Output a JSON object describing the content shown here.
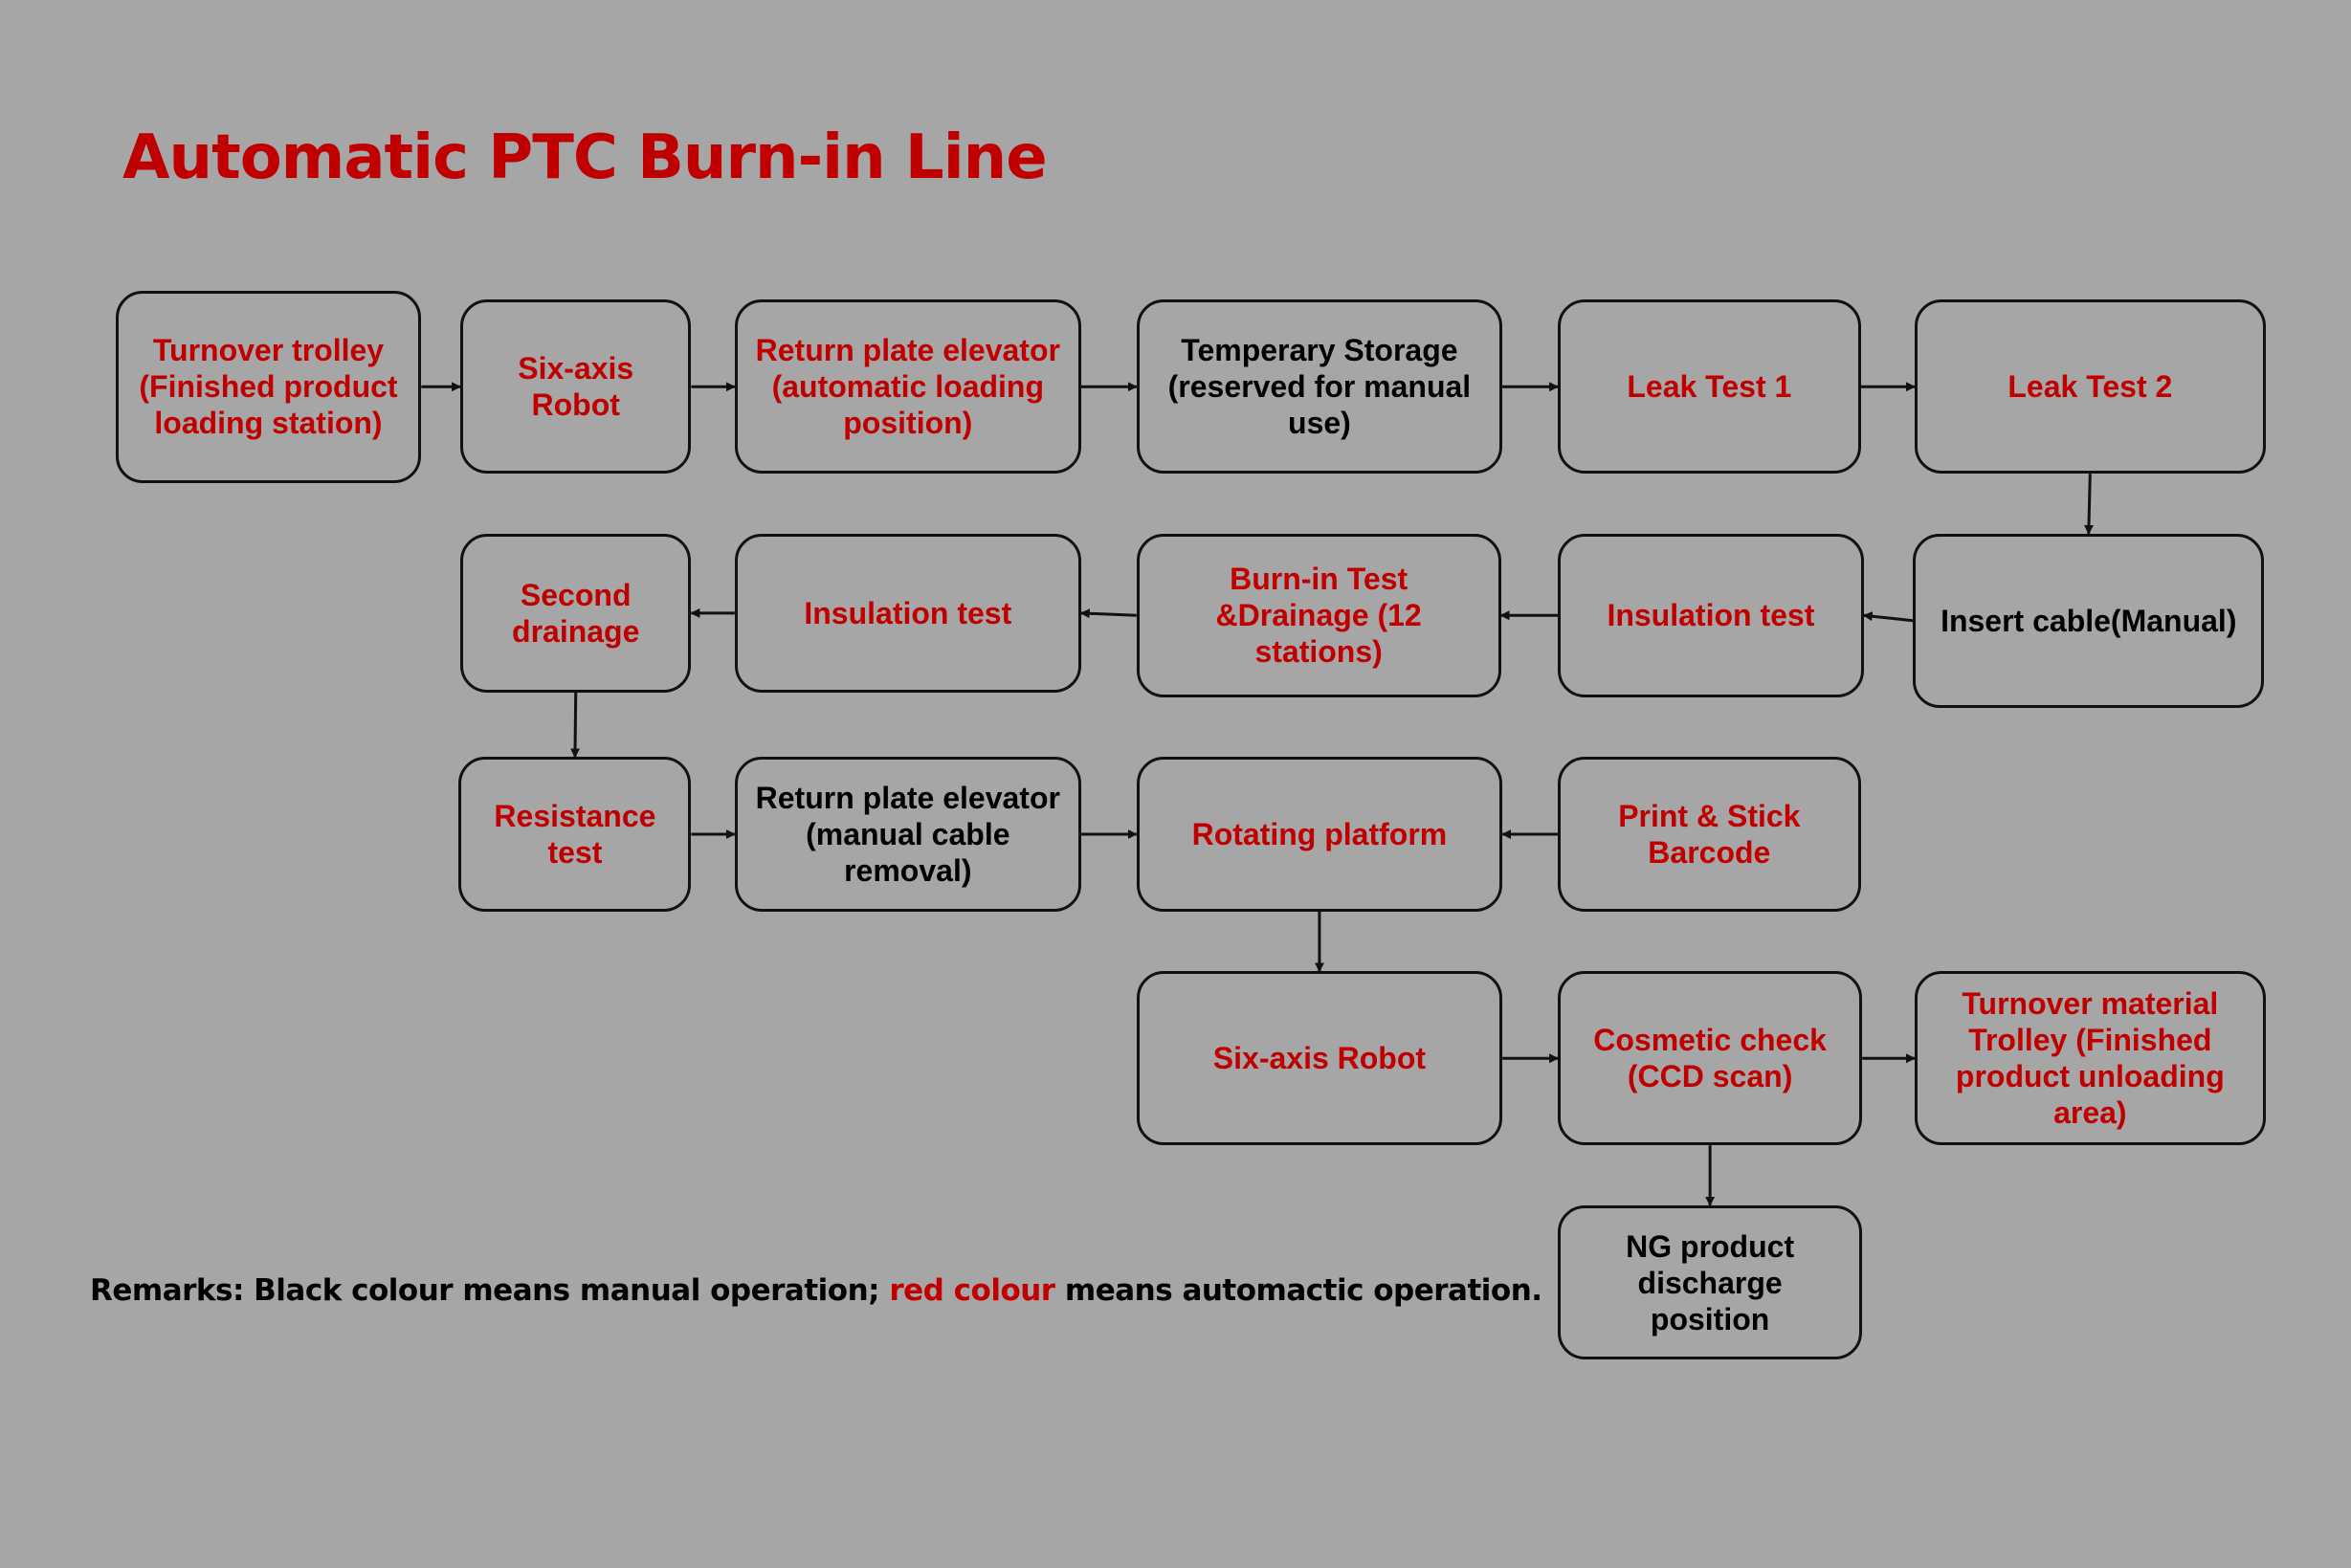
{
  "title": "Automatic PTC Burn-in Line",
  "colors": {
    "automatic": "#c00000",
    "manual": "#000000",
    "background": "#a6a6a6"
  },
  "nodes": [
    {
      "id": "n1",
      "label": "Turnover trolley (Finished product loading station)",
      "mode": "automatic"
    },
    {
      "id": "n2",
      "label": "Six-axis Robot",
      "mode": "automatic"
    },
    {
      "id": "n3",
      "label": "Return plate elevator (automatic loading position)",
      "mode": "automatic"
    },
    {
      "id": "n4",
      "label": "Temperary Storage (reserved for manual use)",
      "mode": "manual"
    },
    {
      "id": "n5",
      "label": "Leak Test 1",
      "mode": "automatic"
    },
    {
      "id": "n6",
      "label": "Leak Test 2",
      "mode": "automatic"
    },
    {
      "id": "n7",
      "label": "Insert cable(Manual)",
      "mode": "manual"
    },
    {
      "id": "n8",
      "label": "Insulation test",
      "mode": "automatic"
    },
    {
      "id": "n9",
      "label": "Burn-in Test &Drainage (12 stations)",
      "mode": "automatic"
    },
    {
      "id": "n10",
      "label": "Insulation test",
      "mode": "automatic"
    },
    {
      "id": "n11",
      "label": "Second drainage",
      "mode": "automatic"
    },
    {
      "id": "n12",
      "label": "Resistance test",
      "mode": "automatic"
    },
    {
      "id": "n13",
      "label": "Return plate elevator (manual cable removal)",
      "mode": "manual"
    },
    {
      "id": "n14",
      "label": "Rotating platform",
      "mode": "automatic"
    },
    {
      "id": "n15",
      "label": "Print & Stick Barcode",
      "mode": "automatic"
    },
    {
      "id": "n16",
      "label": "Six-axis Robot",
      "mode": "automatic"
    },
    {
      "id": "n17",
      "label": "Cosmetic check (CCD scan)",
      "mode": "automatic"
    },
    {
      "id": "n18",
      "label": "Turnover material Trolley (Finished product unloading area)",
      "mode": "automatic"
    },
    {
      "id": "n19",
      "label": "NG product discharge position",
      "mode": "manual"
    }
  ],
  "edges": [
    {
      "from": "n1",
      "to": "n2"
    },
    {
      "from": "n2",
      "to": "n3"
    },
    {
      "from": "n3",
      "to": "n4"
    },
    {
      "from": "n4",
      "to": "n5"
    },
    {
      "from": "n5",
      "to": "n6"
    },
    {
      "from": "n6",
      "to": "n7"
    },
    {
      "from": "n7",
      "to": "n8"
    },
    {
      "from": "n8",
      "to": "n9"
    },
    {
      "from": "n9",
      "to": "n10"
    },
    {
      "from": "n10",
      "to": "n11"
    },
    {
      "from": "n11",
      "to": "n12"
    },
    {
      "from": "n12",
      "to": "n13"
    },
    {
      "from": "n13",
      "to": "n14"
    },
    {
      "from": "n15",
      "to": "n14"
    },
    {
      "from": "n14",
      "to": "n16"
    },
    {
      "from": "n16",
      "to": "n17"
    },
    {
      "from": "n17",
      "to": "n18"
    },
    {
      "from": "n17",
      "to": "n19"
    }
  ],
  "remark": {
    "prefix": "Remarks: Black colour means manual operation; ",
    "highlight": "red colour",
    "suffix": " means automactic operation."
  }
}
